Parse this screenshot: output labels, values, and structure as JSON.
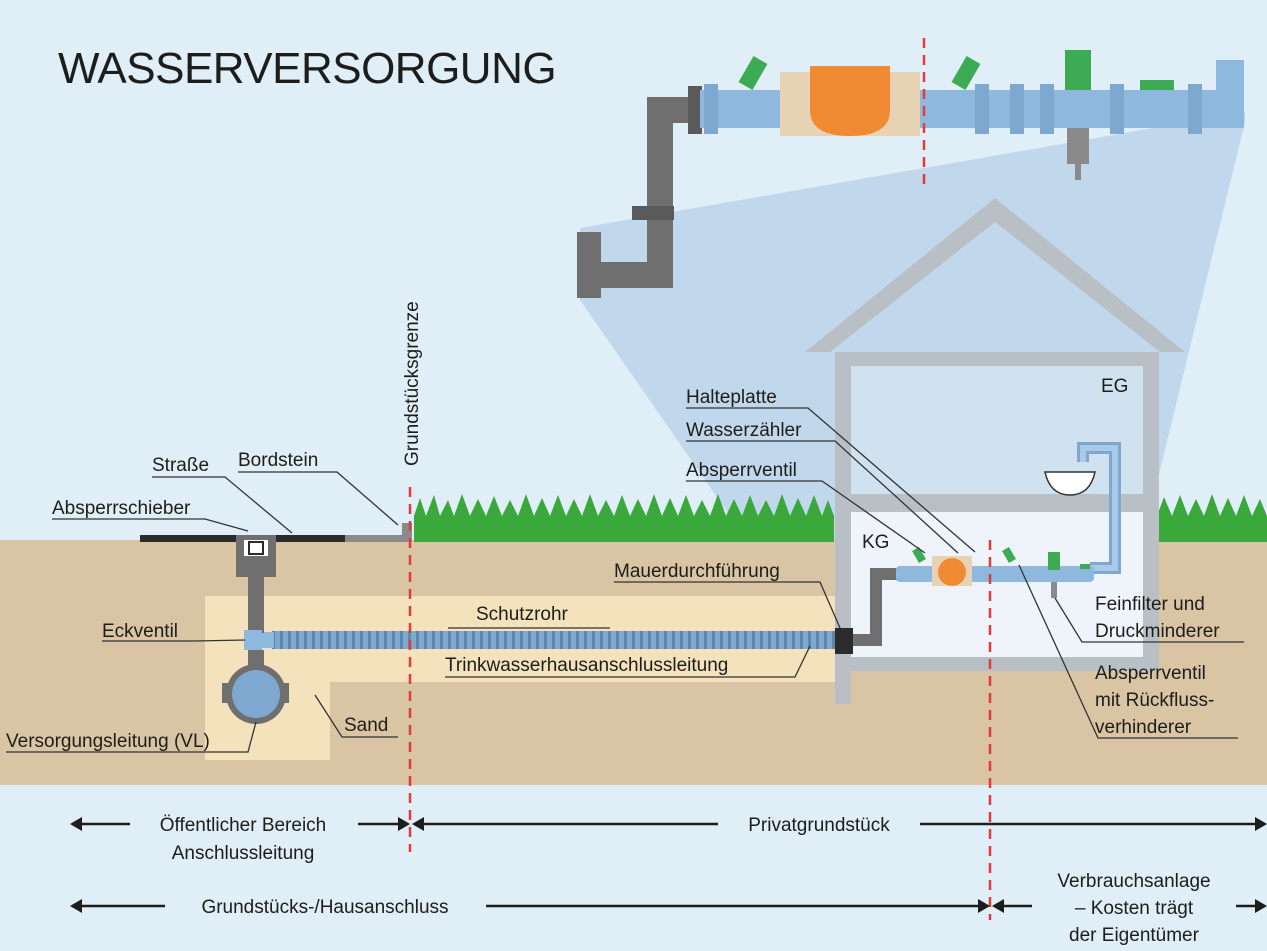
{
  "title": "WASSERVERSORGUNG",
  "labels": {
    "grundstuecksgrenze": "Grundstücksgrenze",
    "strasse": "Straße",
    "bordstein": "Bordstein",
    "absperrschieber": "Absperrschieber",
    "eckventil": "Eckventil",
    "versorgungsleitung": "Versorgungsleitung (VL)",
    "sand": "Sand",
    "schutzrohr": "Schutzrohr",
    "trinkwasser": "Trinkwasserhausanschlussleitung",
    "mauerdurchfuehrung": "Mauerdurchführung",
    "halteplatte": "Halteplatte",
    "wasserzaehler": "Wasserzähler",
    "absperrventil": "Absperrventil",
    "kg": "KG",
    "eg": "EG",
    "feinfilter_1": "Feinfilter und",
    "feinfilter_2": "Druckminderer",
    "rueckfluss_1": "Absperrventil",
    "rueckfluss_2": "mit Rückfluss-",
    "rueckfluss_3": "verhinderer"
  },
  "ranges": {
    "oeffentlich_1": "Öffentlicher Bereich",
    "oeffentlich_2": "Anschlussleitung",
    "privat": "Privatgrundstück",
    "hausanschluss": "Grundstücks-/Hausanschluss",
    "verbrauch_1": "Verbrauchsanlage",
    "verbrauch_2": "– Kosten trägt",
    "verbrauch_3": "der Eigentümer"
  },
  "colors": {
    "sky": "#dfeef7",
    "soil": "#d9c5a4",
    "sand": "#f4e2bd",
    "grass": "#3aa83a",
    "house": "#b8c0c6",
    "pipe_blue": "#8fb8de",
    "pipe_grey": "#6f6f6f",
    "meter": "#f08a33",
    "valve_green": "#3dab54",
    "boundary_red": "#e23b3b"
  }
}
